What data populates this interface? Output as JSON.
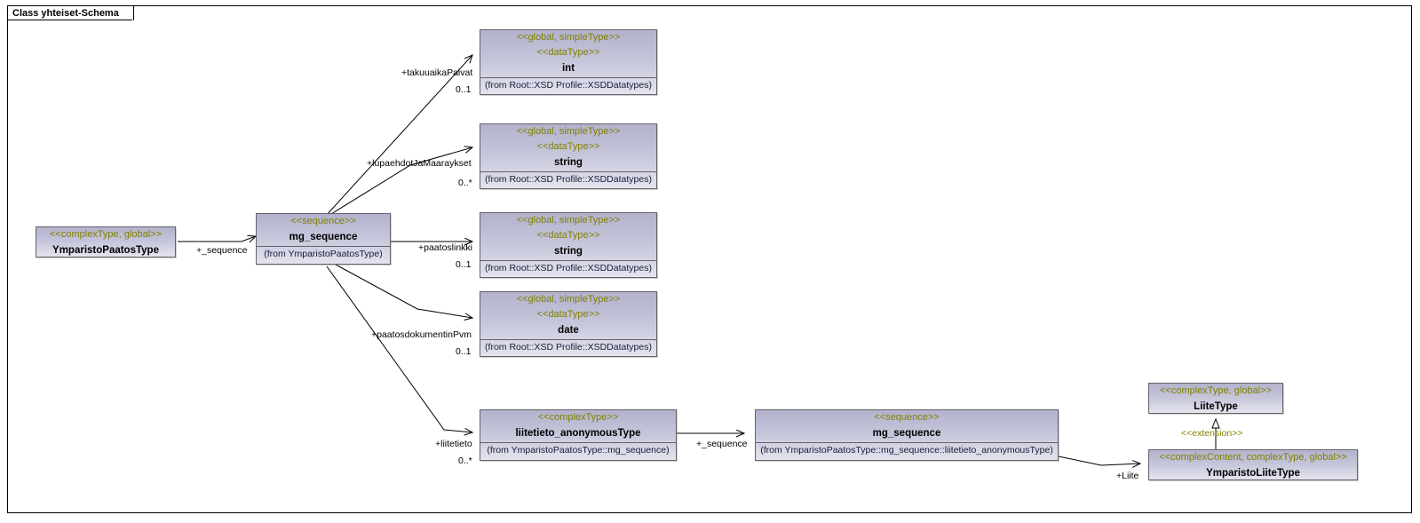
{
  "diagram": {
    "frame_title": "Class yhteiset-Schema",
    "colors": {
      "node_fill_top": "#b2b2cc",
      "node_fill_bottom": "#e4e4ee",
      "node_border": "#63636b",
      "stereotype_text": "#808000",
      "name_text": "#000000",
      "from_text": "#1a1a3a",
      "link_line": "#000000",
      "canvas": "#ffffff"
    }
  },
  "nodes": [
    {
      "id": "ymparistoPaatosType",
      "stereotypes": [
        "<<complexType, global>>"
      ],
      "name": "YmparistoPaatosType",
      "from": ""
    },
    {
      "id": "mg_sequence_root",
      "stereotypes": [
        "<<sequence>>"
      ],
      "name": "mg_sequence",
      "from": "(from YmparistoPaatosType)"
    },
    {
      "id": "int_dt",
      "stereotypes": [
        "<<global, simpleType>>",
        "<<dataType>>"
      ],
      "name": "int",
      "from": "(from Root::XSD Profile::XSDDatatypes)"
    },
    {
      "id": "string_dt_1",
      "stereotypes": [
        "<<global, simpleType>>",
        "<<dataType>>"
      ],
      "name": "string",
      "from": "(from Root::XSD Profile::XSDDatatypes)"
    },
    {
      "id": "string_dt_2",
      "stereotypes": [
        "<<global, simpleType>>",
        "<<dataType>>"
      ],
      "name": "string",
      "from": "(from Root::XSD Profile::XSDDatatypes)"
    },
    {
      "id": "date_dt",
      "stereotypes": [
        "<<global, simpleType>>",
        "<<dataType>>"
      ],
      "name": "date",
      "from": "(from Root::XSD Profile::XSDDatatypes)"
    },
    {
      "id": "liitetieto_anonymousType",
      "stereotypes": [
        "<<complexType>>"
      ],
      "name": "liitetieto_anonymousType",
      "from": "(from YmparistoPaatosType::mg_sequence)"
    },
    {
      "id": "mg_sequence_liite",
      "stereotypes": [
        "<<sequence>>"
      ],
      "name": "mg_sequence",
      "from": "(from YmparistoPaatosType::mg_sequence::liitetieto_anonymousType)"
    },
    {
      "id": "liiteType",
      "stereotypes": [
        "<<complexType, global>>"
      ],
      "name": "LiiteType",
      "from": ""
    },
    {
      "id": "ymparistoLiiteType",
      "stereotypes": [
        "<<complexContent, complexType, global>>"
      ],
      "name": "YmparistoLiiteType",
      "from": ""
    }
  ],
  "edges": [
    {
      "id": "edge-paatostype-to-mgsequence",
      "role": "+_sequence",
      "multiplicity": "",
      "source": "ymparistoPaatosType",
      "target": "mg_sequence_root",
      "kind": "association"
    },
    {
      "id": "edge-mgsequence-to-int",
      "role": "+takuuaikaPaivat",
      "multiplicity": "0..1",
      "source": "mg_sequence_root",
      "target": "int_dt",
      "kind": "association"
    },
    {
      "id": "edge-mgsequence-to-string1",
      "role": "+lupaehdotJaMaaraykset",
      "multiplicity": "0..*",
      "source": "mg_sequence_root",
      "target": "string_dt_1",
      "kind": "association"
    },
    {
      "id": "edge-mgsequence-to-string2",
      "role": "+paatoslinkki",
      "multiplicity": "0..1",
      "source": "mg_sequence_root",
      "target": "string_dt_2",
      "kind": "association"
    },
    {
      "id": "edge-mgsequence-to-date",
      "role": "+paatosdokumentinPvm",
      "multiplicity": "0..1",
      "source": "mg_sequence_root",
      "target": "date_dt",
      "kind": "association"
    },
    {
      "id": "edge-mgsequence-to-liitetieto",
      "role": "+liitetieto",
      "multiplicity": "0..*",
      "source": "mg_sequence_root",
      "target": "liitetieto_anonymousType",
      "kind": "association"
    },
    {
      "id": "edge-liitetieto-to-mgsequence2",
      "role": "+_sequence",
      "multiplicity": "",
      "source": "liitetieto_anonymousType",
      "target": "mg_sequence_liite",
      "kind": "association"
    },
    {
      "id": "edge-mgsequence2-to-ymparistoliite",
      "role": "+Liite",
      "multiplicity": "",
      "source": "mg_sequence_liite",
      "target": "ymparistoLiiteType",
      "kind": "association"
    },
    {
      "id": "edge-extension",
      "role": "<<extension>>",
      "multiplicity": "",
      "source": "ymparistoLiiteType",
      "target": "liiteType",
      "kind": "generalization"
    }
  ]
}
